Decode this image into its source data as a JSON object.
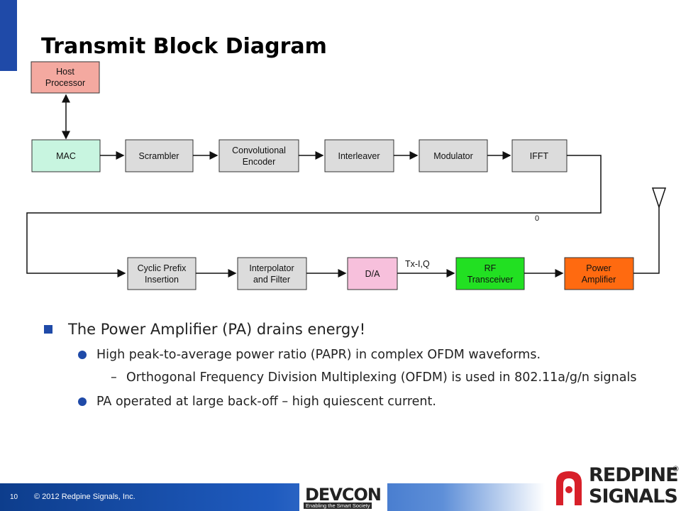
{
  "slide": {
    "title": "Transmit Block Diagram",
    "accent_color": "#1f4aa8"
  },
  "diagram": {
    "blocks": {
      "host": "Host Processor",
      "mac": "MAC",
      "scrambler": "Scrambler",
      "conv_encoder": "Convolutional Encoder",
      "interleaver": "Interleaver",
      "modulator": "Modulator",
      "ifft": "IFFT",
      "cyclic_prefix": "Cyclic Prefix Insertion",
      "interpolator": "Interpolator and Filter",
      "da": "D/A",
      "rf_transceiver": "RF Transceiver",
      "power_amplifier": "Power Amplifier"
    },
    "labels": {
      "tx_iq": "Tx-I,Q",
      "small_mark": "0"
    },
    "colors": {
      "host": "#f4a9a0",
      "mac": "#c8f5e0",
      "gray_block": "#dcdcdc",
      "da": "#f7c0dc",
      "rf_transceiver": "#22e022",
      "power_amplifier": "#ff6a10"
    }
  },
  "bullets": {
    "main": "The Power Amplifier (PA) drains energy!",
    "sub1": "High peak-to-average power ratio (PAPR) in complex OFDM waveforms.",
    "sub1_detail": "Orthogonal Frequency Division Multiplexing (OFDM) is used in 802.11a/g/n signals",
    "sub1_dash": "–",
    "sub2": "PA operated at large back-off – high quiescent current."
  },
  "footer": {
    "page_number": "10",
    "copyright": "© 2012 Redpine Signals, Inc.",
    "devcon_name": "DEVCON",
    "devcon_tagline": "Enabling the Smart Society",
    "redpine_line1": "REDPINE",
    "redpine_line2": "SIGNALS",
    "registered": "®"
  }
}
